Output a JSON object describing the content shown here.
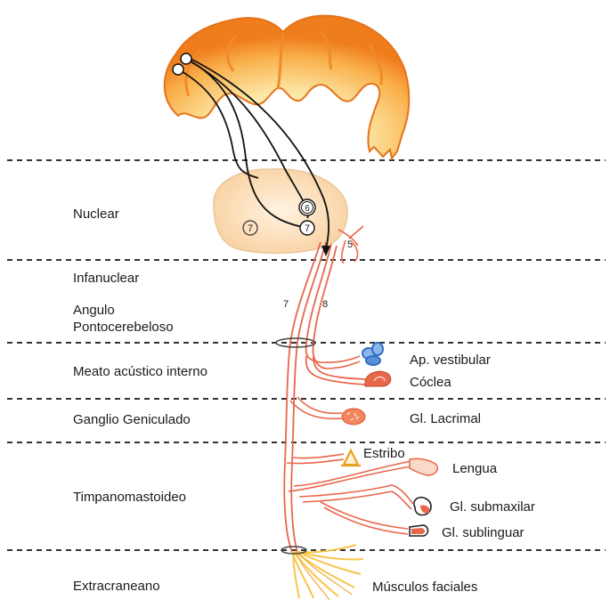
{
  "regions": {
    "nuclear": "Nuclear",
    "infanuclear": "Infanuclear",
    "angulo_line1": "Angulo",
    "angulo_line2": "Pontocerebeloso",
    "meato": "Meato acústico interno",
    "ganglio": "Ganglio Geniculado",
    "timpano": "Timpanomastoideo",
    "extracraneano": "Extracraneano"
  },
  "structures": {
    "vestibular": "Ap. vestibular",
    "coclea": "Cóclea",
    "lacrimal": "Gl. Lacrimal",
    "estribo": "Estribo",
    "lengua": "Lengua",
    "submaxilar": "Gl. submaxilar",
    "sublingual": "Gl. sublinguar",
    "musculos": "Músculos faciales"
  },
  "nerve_numbers": {
    "n7": "7",
    "n8": "8",
    "n5": "5",
    "nucleus_left": "7",
    "nucleus_right": "7",
    "nucleus_6": "6"
  },
  "colors": {
    "brain_orange": "#f07d1c",
    "brain_inner": "#fde7a6",
    "nucleus_fill": "#fcdcb0",
    "nerve_red": "#e8674b",
    "muscle_yellow": "#f7c64b",
    "vestibular_blue": "#2f6fc4"
  }
}
